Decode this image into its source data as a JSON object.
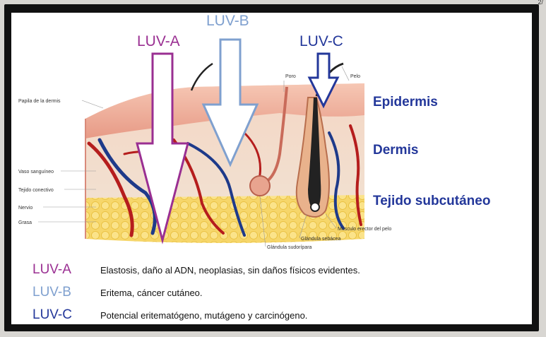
{
  "corner_mark": "2/",
  "arrows": {
    "uva": {
      "label": "LUV-A",
      "color": "#9a2f92"
    },
    "uvb": {
      "label": "LUV-B",
      "color": "#7fa0cf"
    },
    "uvc": {
      "label": "LUV-C",
      "color": "#23379a"
    }
  },
  "layers": {
    "epidermis": "Epidermis",
    "dermis": "Dermis",
    "subcutaneous": "Tejido subcutáneo"
  },
  "structure_labels": {
    "papila": "Papila de la dermis",
    "poro": "Poro",
    "pelo": "Pelo",
    "vaso": "Vaso sanguíneo",
    "tejido_conectivo": "Tejido conectivo",
    "nervio": "Nervio",
    "grasa": "Grasa",
    "musculo": "Músculo erector del pelo",
    "glandula_sebacea": "Glándula sebácea",
    "glandula_sudoripara": "Glándula sudorípara"
  },
  "legend": [
    {
      "key": "LUV-A",
      "text": "Elastosis, daño al ADN, neoplasias, sin daños físicos evidentes.",
      "color": "#9a2f92"
    },
    {
      "key": "LUV-B",
      "text": "Eritema, cáncer cutáneo.",
      "color": "#7fa0cf"
    },
    {
      "key": "LUV-C",
      "text": "Potencial eritematógeno, mutágeno y carcinógeno.",
      "color": "#23379a"
    }
  ]
}
